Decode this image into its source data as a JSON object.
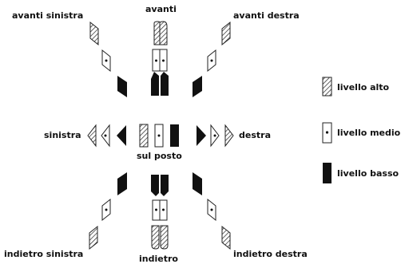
{
  "directions": {
    "avanti": "avanti",
    "avanti_sinistra": "avanti sinistra",
    "avanti_destra": "avanti destra",
    "sinistra": "sinistra",
    "destra": "destra",
    "sul_posto": "sul posto",
    "indietro_sinistra": "indietro sinistra",
    "indietro": "indietro",
    "indietro_destra": "indietro destra"
  },
  "legend": {
    "alto": "livello alto",
    "medio": "livello medio",
    "basso": "livello basso"
  }
}
